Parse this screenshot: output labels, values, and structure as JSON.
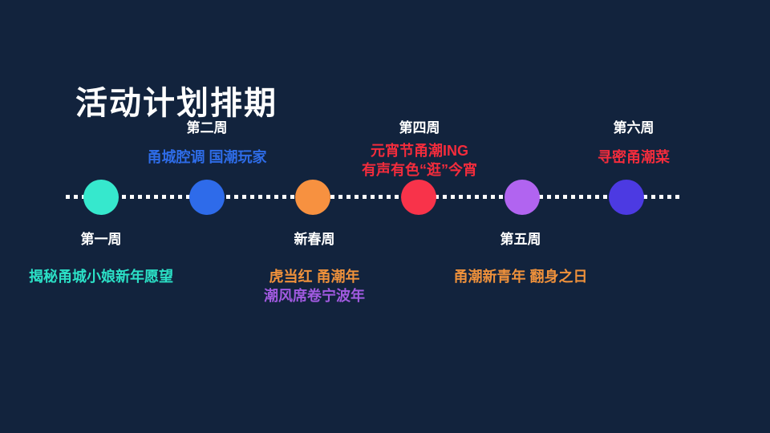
{
  "slide": {
    "title": "活动计划排期",
    "background_color": "#12233d",
    "timeline_color": "#ffffff"
  },
  "milestones": [
    {
      "week": "第一周",
      "side": "below",
      "dot_color": "#36e8cd",
      "lines": [
        {
          "text": "揭秘甬城小娘新年愿望",
          "color": "#2be0c6"
        }
      ]
    },
    {
      "week": "第二周",
      "side": "above",
      "dot_color": "#2e6bea",
      "lines": [
        {
          "text": "甬城腔调 国潮玩家",
          "color": "#2e6ce8"
        }
      ]
    },
    {
      "week": "新春周",
      "side": "below",
      "dot_color": "#f79140",
      "lines": [
        {
          "text": "虎当红 甬潮年",
          "color": "#ef913b"
        },
        {
          "text": "潮风席卷宁波年",
          "color": "#a15ae0"
        }
      ]
    },
    {
      "week": "第四周",
      "side": "above",
      "dot_color": "#f8334a",
      "lines": [
        {
          "text": "元宵节甬潮ING",
          "color": "#f32c3c"
        },
        {
          "text": "有声有色“逛”今宵",
          "color": "#f32c3c"
        }
      ]
    },
    {
      "week": "第五周",
      "side": "below",
      "dot_color": "#b164f0",
      "lines": [
        {
          "text": "甬潮新青年 翻身之日",
          "color": "#ef913b"
        }
      ]
    },
    {
      "week": "第六周",
      "side": "above",
      "dot_color": "#4c3ae2",
      "lines": [
        {
          "text": "寻密甬潮菜",
          "color": "#f32c3c"
        }
      ]
    }
  ]
}
